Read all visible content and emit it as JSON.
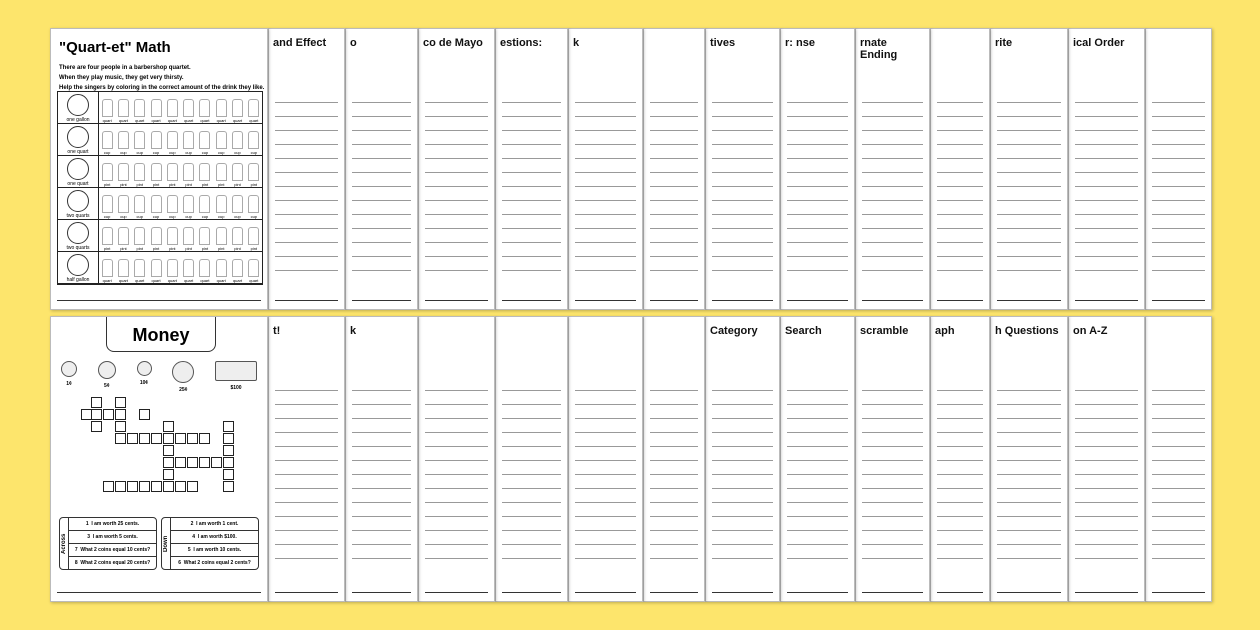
{
  "background_color": "#fde56c",
  "top_row": [
    "and Effect",
    "o",
    "co de Mayo",
    "estions:",
    "k",
    "",
    "tives",
    "r: nse",
    "rnate Ending",
    "",
    "rite",
    "ical Order",
    ""
  ],
  "bottom_row": [
    "t!",
    "k",
    "",
    "",
    "",
    "",
    "Category",
    "Search",
    "scramble",
    "aph",
    "h Questions",
    "on A-Z",
    ""
  ],
  "quartet": {
    "title": "\"Quart-et\" Math",
    "intro": [
      "There are four people in a barbershop quartet.",
      "When they play music, they get very thirsty.",
      "Help the singers by coloring in the correct amount of the drink they like."
    ],
    "rows": [
      {
        "label": "one gallon",
        "item": "quart"
      },
      {
        "label": "one quart",
        "item": "cup"
      },
      {
        "label": "one quart",
        "item": "pint"
      },
      {
        "label": "two quarts",
        "item": "cup"
      },
      {
        "label": "two quarts",
        "item": "pint"
      },
      {
        "label": "half gallon",
        "item": "quart"
      }
    ]
  },
  "money": {
    "title": "Money",
    "coins": [
      "1¢",
      "5¢",
      "10¢",
      "25¢",
      "$100"
    ],
    "across_label": "Across",
    "down_label": "Down",
    "across": [
      {
        "n": "1",
        "clue": "I am worth 25 cents."
      },
      {
        "n": "3",
        "clue": "I am worth 5 cents."
      },
      {
        "n": "7",
        "clue": "What 2 coins equal 10 cents?"
      },
      {
        "n": "8",
        "clue": "What 2 coins equal 20 cents?"
      }
    ],
    "down": [
      {
        "n": "2",
        "clue": "I am worth 1 cent."
      },
      {
        "n": "4",
        "clue": "I am worth $100."
      },
      {
        "n": "5",
        "clue": "I am worth 10 cents."
      },
      {
        "n": "6",
        "clue": "What 2 coins equal 2 cents?"
      }
    ]
  }
}
